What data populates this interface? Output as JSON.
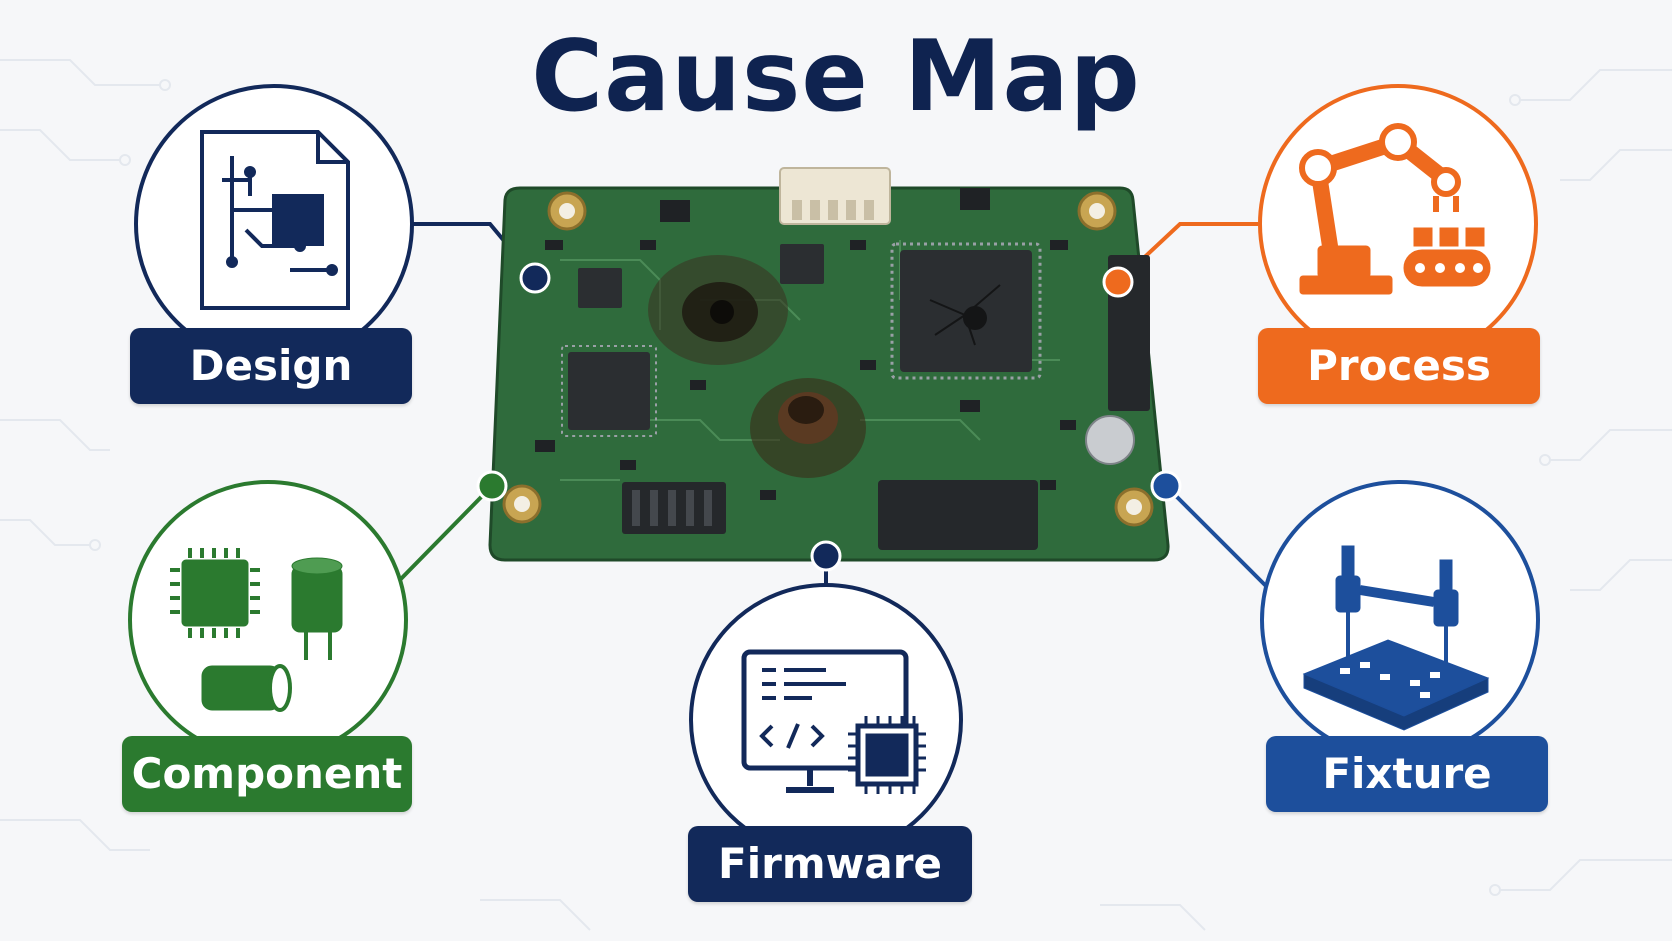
{
  "title": "Cause Map",
  "categories": [
    {
      "id": "design",
      "label": "Design",
      "color": "#12295a",
      "icon": "pcb-schematic-document-icon"
    },
    {
      "id": "process",
      "label": "Process",
      "color": "#ee6a1e",
      "icon": "robotic-arm-conveyor-icon"
    },
    {
      "id": "component",
      "label": "Component",
      "color": "#2b7a2f",
      "icon": "electronic-components-icon"
    },
    {
      "id": "firmware",
      "label": "Firmware",
      "color": "#12295a",
      "icon": "computer-code-chip-icon"
    },
    {
      "id": "fixture",
      "label": "Fixture",
      "color": "#1d4f9c",
      "icon": "test-fixture-icon"
    }
  ],
  "center": {
    "icon": "damaged-circuit-board-icon"
  }
}
